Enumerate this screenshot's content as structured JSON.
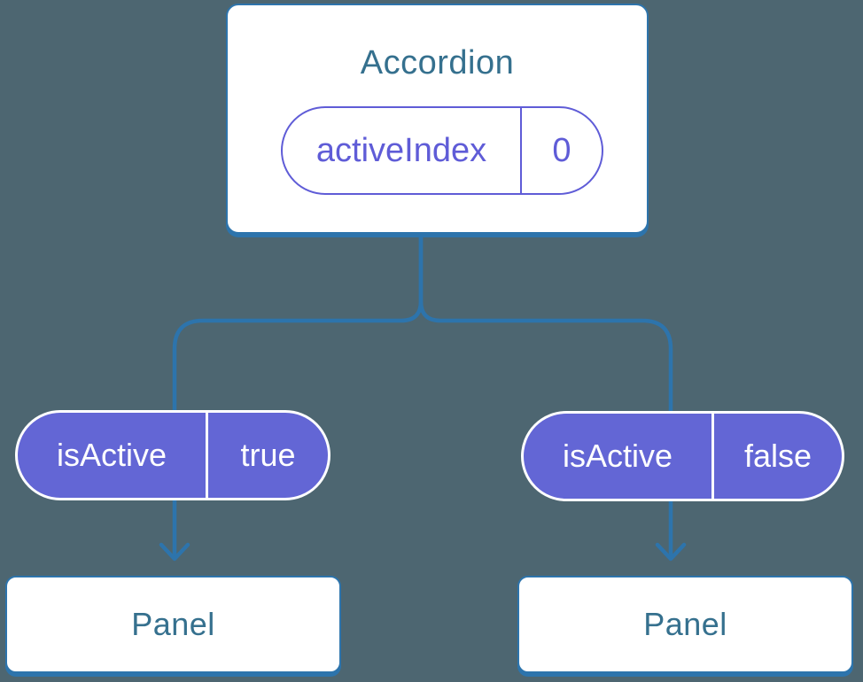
{
  "diagram": {
    "description": "Component tree diagram: Accordion parent holding state, passing isActive props to two Panel children"
  },
  "colors": {
    "background": "#4D6671",
    "line": "#2D74AC",
    "card_bg": "#FFFFFF",
    "title_text": "#35708E",
    "state_accent": "#5F5CD7",
    "prop_fill": "#6366D5",
    "prop_text": "#FFFFFF"
  },
  "tree": {
    "root": {
      "title": "Accordion",
      "state": {
        "name": "activeIndex",
        "value": "0"
      }
    },
    "children": [
      {
        "prop": {
          "name": "isActive",
          "value": "true"
        },
        "title": "Panel"
      },
      {
        "prop": {
          "name": "isActive",
          "value": "false"
        },
        "title": "Panel"
      }
    ]
  }
}
